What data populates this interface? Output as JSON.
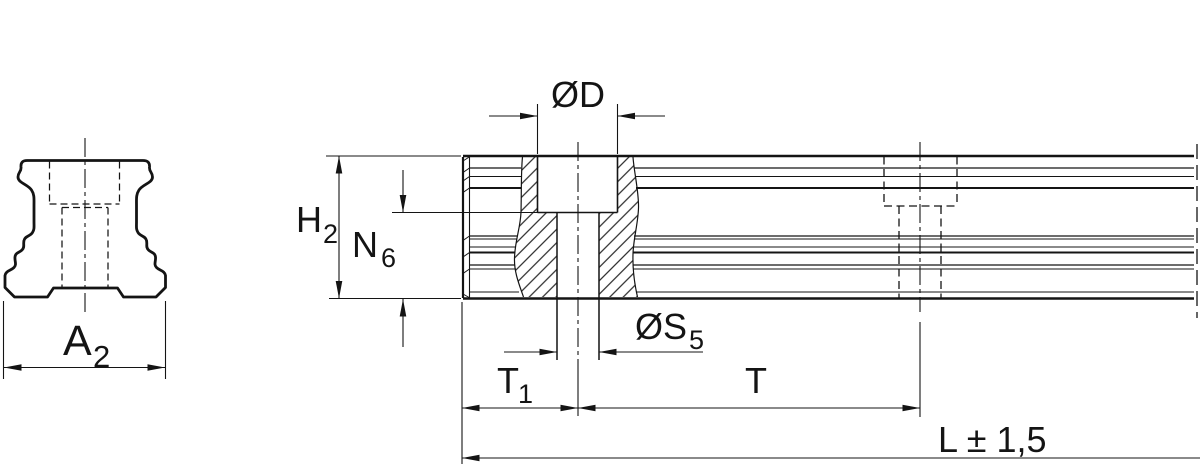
{
  "colors": {
    "background": "#ffffff",
    "line": "#141414"
  },
  "cross_section_view": {
    "dim_a2": {
      "main": "A",
      "sub": "2"
    }
  },
  "side_view": {
    "dim_d": {
      "main": "ØD"
    },
    "dim_h2": {
      "main": "H",
      "sub": "2"
    },
    "dim_n6": {
      "main": "N",
      "sub": "6"
    },
    "dim_s5": {
      "main": "ØS",
      "sub": "5"
    },
    "dim_t1": {
      "main": "T",
      "sub": "1"
    },
    "dim_t": {
      "main": "T"
    },
    "dim_l": {
      "main": "L ± 1,5"
    }
  }
}
